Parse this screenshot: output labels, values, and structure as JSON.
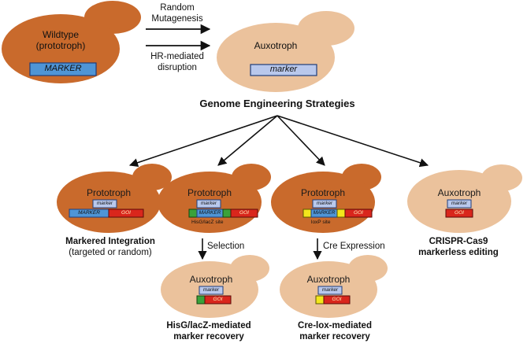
{
  "colors": {
    "prototroph": "#c96a2c",
    "auxotroph": "#ebc29c",
    "marker_blue": "#4f95d6",
    "marker_light": "#b9c8ec",
    "goi_red": "#d9261c",
    "hisg_green": "#3aa23a",
    "loxp_yellow": "#f3e71c"
  },
  "top": {
    "wildtype_title": "Wildtype",
    "wildtype_sub": "(prototroph)",
    "wildtype_marker": "MARKER",
    "arrow_top_label_1": "Random",
    "arrow_top_label_2": "Mutagenesis",
    "arrow_bottom_label_1": "HR-mediated",
    "arrow_bottom_label_2": "disruption",
    "auxotroph_title": "Auxotroph",
    "auxotroph_marker": "marker"
  },
  "heading": "Genome Engineering Strategies",
  "cells": {
    "c1": {
      "title": "Prototroph",
      "small_marker": "marker",
      "marker_label": "MARKER",
      "goi_label": "GOI",
      "caption_1": "Markered Integration",
      "caption_2": "(targeted or random)"
    },
    "c2": {
      "title": "Prototroph",
      "small_marker": "marker",
      "marker_label": "MARKER",
      "goi_label": "GOI",
      "site_label": "HisG/lacZ site"
    },
    "c3": {
      "title": "Prototroph",
      "small_marker": "marker",
      "marker_label": "MARKER",
      "goi_label": "GOI",
      "site_label": "loxP site"
    },
    "c4": {
      "title": "Auxotroph",
      "small_marker": "marker",
      "goi_label": "GOI",
      "caption_1": "CRISPR-Cas9",
      "caption_2": "markerless editing"
    }
  },
  "steps": {
    "selection": "Selection",
    "cre": "Cre Expression"
  },
  "recovered": {
    "r1": {
      "title": "Auxotroph",
      "small_marker": "marker",
      "goi_label": "GOI",
      "caption_1": "HisG/lacZ-mediated",
      "caption_2": "marker recovery"
    },
    "r2": {
      "title": "Auxotroph",
      "small_marker": "marker",
      "goi_label": "GOI",
      "caption_1": "Cre-lox-mediated",
      "caption_2": "marker recovery"
    }
  }
}
